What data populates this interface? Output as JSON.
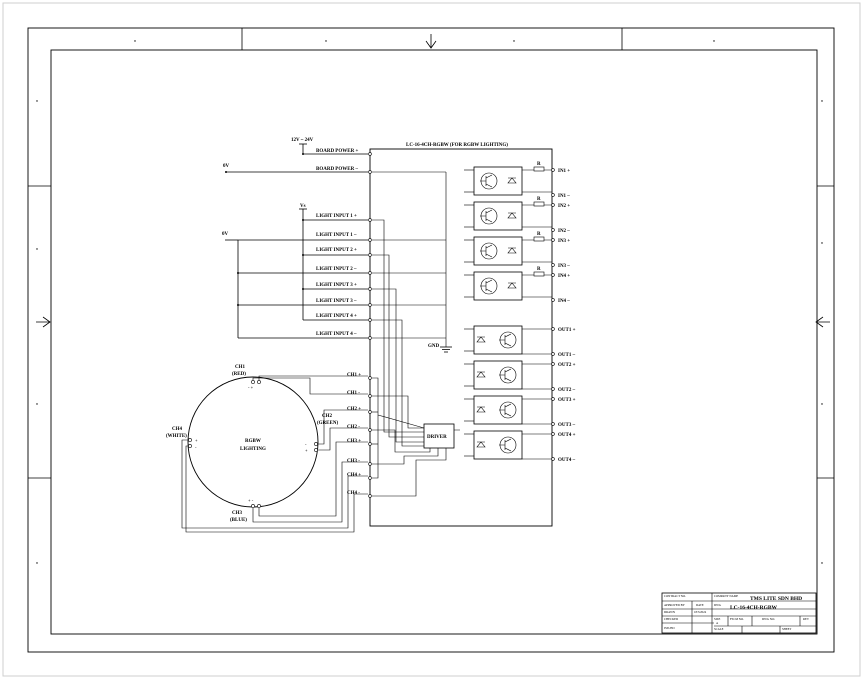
{
  "board": {
    "title": "LC-16-4CH-RGBW (FOR RGBW LIGHTING)",
    "supply": "12V ~ 24V",
    "board_power_pos": "BOARD POWER +",
    "board_power_neg": "BOARD POWER –",
    "zero_v_1": "0V",
    "zero_v_2": "0V",
    "vs": "Vs",
    "gnd": "GND",
    "light_inputs": [
      "LIGHT INPUT 1 +",
      "LIGHT INPUT 1 –",
      "LIGHT INPUT 2 +",
      "LIGHT INPUT 2 –",
      "LIGHT INPUT 3 +",
      "LIGHT INPUT 3 –",
      "LIGHT INPUT 4 +",
      "LIGHT INPUT 4 –"
    ],
    "channels": [
      "CH1 +",
      "CH1 -",
      "CH2 +",
      "CH2 -",
      "CH3 +",
      "CH3 -",
      "CH4 +",
      "CH4 -"
    ],
    "driver": "DRIVER",
    "inputs": [
      "IN1 +",
      "IN1 –",
      "IN2 +",
      "IN2 –",
      "IN3 +",
      "IN3 –",
      "IN4 +",
      "IN4 –"
    ],
    "outputs": [
      "OUT1 +",
      "OUT1 –",
      "OUT2 +",
      "OUT2 –",
      "OUT3 +",
      "OUT3 –",
      "OUT4 +",
      "OUT4 –"
    ],
    "resistor": "R"
  },
  "lamp": {
    "name_line1": "RGBW",
    "name_line2": "LIGHTING",
    "ch1": "CH1",
    "ch1_color": "(RED)",
    "ch2": "CH2",
    "ch2_color": "(GREEN)",
    "ch3": "CH3",
    "ch3_color": "(BLUE)",
    "ch4": "CH4",
    "ch4_color": "(WHITE)"
  },
  "title_block": {
    "contract_no_label": "CONTRACT NO.",
    "company_name_label": "COMPANY NAME",
    "company_name": "TMS LITE SDN BHD",
    "approved_label": "APPROVED BY",
    "date_label": "DATE",
    "dwg_label": "DWG",
    "drawing_title": "LC-16-4CH-RGBW",
    "drawn_label": "DRAWN",
    "drawn_date": "18/3/2024",
    "checked_label": "CHECKED",
    "size_label": "SIZE",
    "size_value": "A",
    "fscm_label": "FSCM NO.",
    "dwg_no_label": "DWG NO.",
    "rev_label": "REV",
    "issued_label": "ISSUED",
    "scale_label": "SCALE",
    "sheet_label": "SHEET"
  }
}
